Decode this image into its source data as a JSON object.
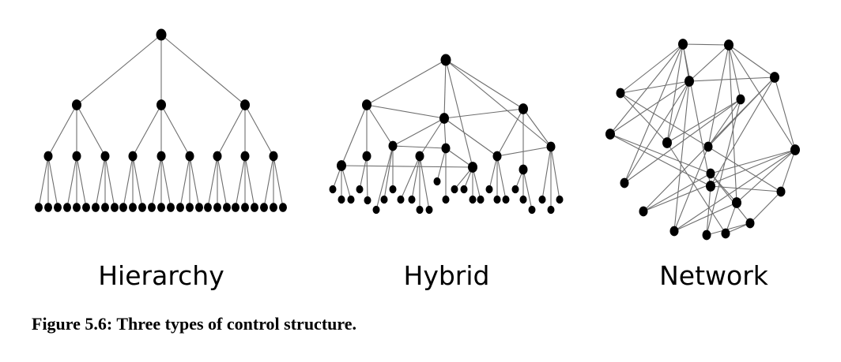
{
  "diagrams": {
    "hierarchy": {
      "label": "Hierarchy"
    },
    "hybrid": {
      "label": "Hybrid"
    },
    "network": {
      "label": "Network"
    }
  },
  "caption": "Figure 5.6: Three types of control structure.",
  "colors": {
    "node": "#000000",
    "edge": "#6e6e6e",
    "background": "#ffffff"
  }
}
